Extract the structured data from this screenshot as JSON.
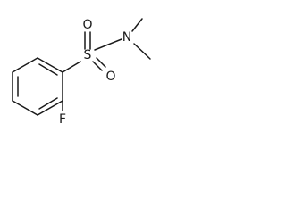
{
  "molecule": {
    "atoms": {
      "sulfur": "S",
      "oxygen_top": "O",
      "oxygen_bottom": "O",
      "nitrogen": "N",
      "fluorine": "F"
    },
    "colors": {
      "bond": "#1a1a1a",
      "label": "#1a1a1a",
      "background": "#ffffff"
    }
  }
}
